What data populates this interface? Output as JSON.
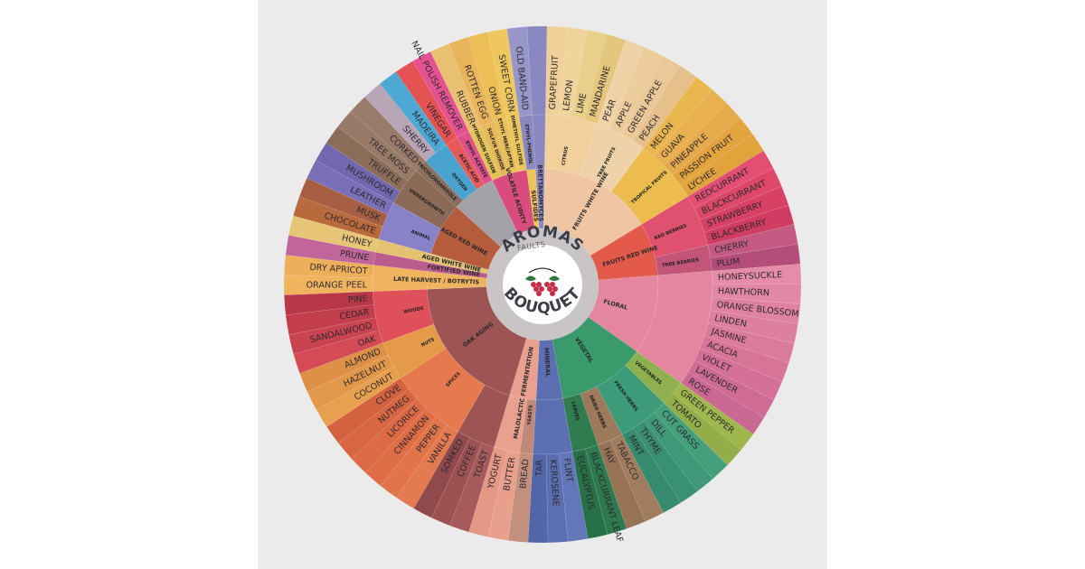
{
  "center": {
    "top_label": "AROMAS",
    "bottom_label": "BOUQUET",
    "small_label": "FAULTS"
  },
  "groups": [
    {
      "l1": "FRUITS WHITE WINE",
      "c1": "#f0c5a4",
      "subs": [
        {
          "l2": "CITRUS",
          "c2": "#f1d09c",
          "items": [
            [
              "GRAPEFRUIT",
              "#f0d098"
            ],
            [
              "LEMON",
              "#efd49c"
            ],
            [
              "LIME",
              "#e8cf8a"
            ],
            [
              "MANDARINE",
              "#e4c67c"
            ]
          ]
        },
        {
          "l2": "TREE FRUITS",
          "c2": "#efd2a9",
          "items": [
            [
              "PEAR",
              "#efd3a6"
            ],
            [
              "APPLE",
              "#edcc9c"
            ],
            [
              "GREEN APPLE",
              "#eac897"
            ],
            [
              "PEACH",
              "#e6c08a"
            ]
          ]
        },
        {
          "l2": "TROPICAL FRUITS",
          "c2": "#ecbc4e",
          "items": [
            [
              "MELON",
              "#eab64e"
            ],
            [
              "GUAVA",
              "#e8b050"
            ],
            [
              "PINEAPPLE",
              "#e5aa4c"
            ],
            [
              "PASSION FRUIT",
              "#e3a43e"
            ],
            [
              "LYCHEE",
              "#e1a33c"
            ]
          ]
        }
      ]
    },
    {
      "l1": "FRUITS RED WINE",
      "c1": "#e45a4a",
      "subs": [
        {
          "l2": "RED BERRIES",
          "c2": "#e0516f",
          "items": [
            [
              "REDCURRANT",
              "#e44e72"
            ],
            [
              "BLACKCURRANT",
              "#dd4868"
            ],
            [
              "STRAWBERRY",
              "#d84066"
            ],
            [
              "BLACKBERRY",
              "#d03c62"
            ]
          ]
        },
        {
          "l2": "TREE BERRIES",
          "c2": "#c25578",
          "items": [
            [
              "CHERRY",
              "#c45a82"
            ],
            [
              "PLUM",
              "#b54d7a"
            ]
          ]
        }
      ]
    },
    {
      "l1": "FLORAL",
      "c1": "#e4869f",
      "subs": [
        {
          "l2": "",
          "c2": "#e4869f",
          "items": [
            [
              "HONEYSUCKLE",
              "#e48ca8"
            ],
            [
              "HAWTHORN",
              "#e287a5"
            ],
            [
              "ORANGE BLOSSOM",
              "#df82a2"
            ],
            [
              "LINDEN",
              "#dd7f9f"
            ],
            [
              "JASMINE",
              "#da7a9c"
            ],
            [
              "ACACIA",
              "#d77599"
            ],
            [
              "VIOLET",
              "#d47096"
            ],
            [
              "LAVENDER",
              "#cf6c94"
            ],
            [
              "ROSE",
              "#c96891"
            ]
          ]
        }
      ]
    },
    {
      "l1": "VEGETAL",
      "c1": "#3a9a6c",
      "subs": [
        {
          "l2": "VEGETABLES",
          "c2": "#8fb04e",
          "items": [
            [
              "GREEN PEPPER",
              "#9fb74d"
            ],
            [
              "TOMATO",
              "#93ad48"
            ]
          ]
        },
        {
          "l2": "FRESH HERBS",
          "c2": "#3d9b7a",
          "items": [
            [
              "CUT GRASS",
              "#44a07c"
            ],
            [
              "DILL",
              "#3f9877"
            ],
            [
              "THYME",
              "#3a9072"
            ],
            [
              "MINT",
              "#368a6d"
            ]
          ]
        },
        {
          "l2": "DRIED HERBS",
          "c2": "#9c7a5b",
          "items": [
            [
              "TABACCO",
              "#a07d5e"
            ],
            [
              "HAY",
              "#977356"
            ]
          ]
        },
        {
          "l2": "LEAVES",
          "c2": "#2f7d4f",
          "items": [
            [
              "BLACKCURRANT LEAF",
              "#2e7a50"
            ],
            [
              "EUCALYPTUS",
              "#287048"
            ]
          ]
        }
      ]
    },
    {
      "l1": "MINERAL",
      "c1": "#5b6fb2",
      "subs": [
        {
          "l2": "",
          "c2": "#5b6fb2",
          "items": [
            [
              "FLINT",
              "#6276b8"
            ],
            [
              "KEROSENE",
              "#5b6eb0"
            ],
            [
              "TAR",
              "#5367a8"
            ]
          ]
        }
      ]
    },
    {
      "l1": "MALOLACTIC FERMENTATION",
      "c1": "#eaa08e",
      "subs": [
        {
          "l2": "YEASTS",
          "c2": "#c08876",
          "items": [
            [
              "BREAD",
              "#c4907e"
            ]
          ]
        },
        {
          "l2": "",
          "c2": "#eaa08e",
          "items": [
            [
              "BUTTER",
              "#e8a08c"
            ],
            [
              "YOGURT",
              "#e69886"
            ]
          ]
        }
      ]
    },
    {
      "l1": "OAK AGING",
      "c1": "#9c5455",
      "subs": [
        {
          "l2": "",
          "c2": "#9c5455",
          "items": [
            [
              "TOAST",
              "#a65a5b"
            ],
            [
              "COFFEE",
              "#9c5253"
            ],
            [
              "SOMKED",
              "#914a4b"
            ]
          ]
        },
        {
          "l2": "SPICES",
          "c2": "#e67a4e",
          "items": [
            [
              "VANILLA",
              "#e47a50"
            ],
            [
              "PEPPER",
              "#e2744a"
            ],
            [
              "CINNAMON",
              "#df6e46"
            ],
            [
              "LICORICE",
              "#dc6a44"
            ],
            [
              "NUTMEG",
              "#d86640"
            ],
            [
              "CLOVE",
              "#d4623e"
            ]
          ]
        },
        {
          "l2": "NUTS",
          "c2": "#e59a4a",
          "items": [
            [
              "COCONUT",
              "#e6a050"
            ],
            [
              "HAZELNUT",
              "#e2984a"
            ],
            [
              "ALMOND",
              "#dd9046"
            ]
          ]
        },
        {
          "l2": "WOODS",
          "c2": "#e0505a",
          "items": [
            [
              "OAK",
              "#d44a55"
            ],
            [
              "SANDALWOOD",
              "#ca4350"
            ],
            [
              "CEDAR",
              "#c23e4c"
            ],
            [
              "PINE",
              "#b93848"
            ]
          ]
        }
      ]
    },
    {
      "l1": "LATE HARVEST / BOTRYTIS",
      "c1": "#f0b460",
      "subs": [
        {
          "l2": "",
          "c2": "#f0b460",
          "items": [
            [
              "ORANGE PEEL",
              "#f0b35e"
            ],
            [
              "DRY APRICOT",
              "#eeaf5a"
            ]
          ]
        }
      ]
    },
    {
      "l1": "FORTIFIED WINE",
      "c1": "#bb5c8e",
      "subs": [
        {
          "l2": "",
          "c2": "#bb5c8e",
          "items": [
            [
              "PRUNE",
              "#c0669a"
            ]
          ]
        }
      ]
    },
    {
      "l1": "AGED WHITE WINE",
      "c1": "#e4c272",
      "subs": [
        {
          "l2": "",
          "c2": "#e4c272",
          "items": [
            [
              "HONEY",
              "#e6c676"
            ]
          ]
        }
      ]
    },
    {
      "l1": "AGED RED WINE",
      "c1": "#b55c3c",
      "subs": [
        {
          "l2": "ANIMAL",
          "c2": "#8a82c8",
          "items": [
            [
              "CHOCOLATE",
              "#b86a3c"
            ],
            [
              "MUSK",
              "#a85e42"
            ],
            [
              "LEATHER",
              "#7a70b8"
            ]
          ]
        },
        {
          "l2": "UNDERGROWTH",
          "c2": "#8c6a58",
          "items": [
            [
              "MUSHROOM",
              "#7268b0"
            ],
            [
              "TRUFFLE",
              "#8c6d5a"
            ],
            [
              "TREE MOSS",
              "#987a68"
            ]
          ]
        }
      ]
    },
    {
      "l1": "",
      "c1": "#a3a1a8",
      "subs": [
        {
          "l2": "TRICHLOROANISOLE",
          "c2": "#8a6e5e",
          "items": [
            [
              "CORKED",
              "#9a7a6a"
            ]
          ]
        },
        {
          "l2": "OXYGEN",
          "c2": "#4aa3cf",
          "items": [
            [
              "SHERRY",
              "#b8a5b5"
            ],
            [
              "MADEIRA",
              "#4ea8d4"
            ]
          ]
        },
        {
          "l2": "ACETIC ACID",
          "c2": "#e65a5a",
          "items": [
            [
              "VINEGAR",
              "#e45252"
            ]
          ]
        },
        {
          "l2": "ETHYL ACETATE",
          "c2": "#e0508a",
          "items": [
            [
              "NAIL POLISH REMOVER",
              "#e45292"
            ]
          ]
        }
      ]
    },
    {
      "l1": "VOLATILE ACIDITY",
      "c1": "#d94d7e",
      "subs": [
        {
          "l2": "HYDROGEN SULFIDE",
          "c2": "#e3c25a",
          "items": [
            [
              "RUBBER",
              "#e8c070"
            ]
          ]
        },
        {
          "l2": "SULFUR DIOXIDE",
          "c2": "#e5b85a",
          "items": [
            [
              "ROTTEN EGG",
              "#e8b45c"
            ]
          ]
        },
        {
          "l2": "ETHYL MERCAPTAN",
          "c2": "#e8c05a",
          "items": [
            [
              "ONION",
              "#ecbe56"
            ]
          ]
        },
        {
          "l2": "DIMETHYL SULFIDE",
          "c2": "#ecc65c",
          "items": [
            [
              "SWEET CORN",
              "#eec85e"
            ]
          ]
        }
      ]
    },
    {
      "l1": "SULFIDES",
      "c1": "#eec458",
      "subs": [
        {
          "l2": "ETHYL-PHENOL",
          "c2": "#8a88c0",
          "items": [
            [
              "OLD BAND-AID",
              "#9896c8"
            ]
          ]
        }
      ]
    },
    {
      "l1": "BRETTANOMYCES",
      "c1": "#8a88c0",
      "subs": []
    }
  ]
}
